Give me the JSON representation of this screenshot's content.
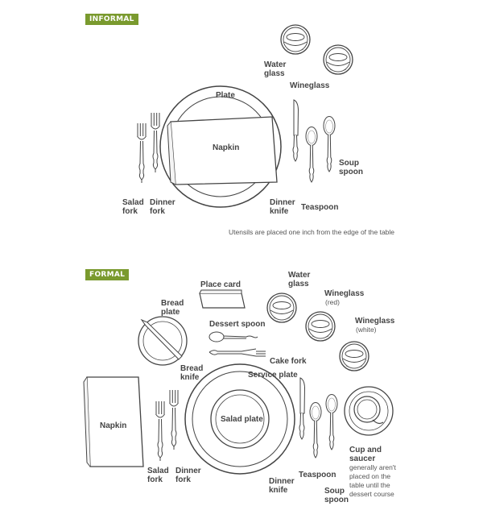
{
  "informal": {
    "badge": "INFORMAL",
    "labels": {
      "water_glass": [
        "Water",
        "glass"
      ],
      "wineglass": "Wineglass",
      "plate": "Plate",
      "napkin": "Napkin",
      "soup_spoon": [
        "Soup",
        "spoon"
      ],
      "salad_fork": [
        "Salad",
        "fork"
      ],
      "dinner_fork": [
        "Dinner",
        "fork"
      ],
      "dinner_knife": [
        "Dinner",
        "knife"
      ],
      "teaspoon": "Teaspoon"
    },
    "note": "Utensils are placed one inch from the edge of the table"
  },
  "formal": {
    "badge": "FORMAL",
    "labels": {
      "place_card": "Place card",
      "water_glass": [
        "Water",
        "glass"
      ],
      "wineglass_red": "Wineglass",
      "red": "(red)",
      "wineglass_white": "Wineglass",
      "white": "(white)",
      "bread_plate": [
        "Bread",
        "plate"
      ],
      "dessert_spoon": "Dessert spoon",
      "cake_fork": "Cake fork",
      "bread_knife": [
        "Bread",
        "knife"
      ],
      "service_plate": "Service plate",
      "napkin": "Napkin",
      "salad_plate": "Salad plate",
      "salad_fork": [
        "Salad",
        "fork"
      ],
      "dinner_fork": [
        "Dinner",
        "fork"
      ],
      "dinner_knife": [
        "Dinner",
        "knife"
      ],
      "teaspoon": "Teaspoon",
      "soup_spoon": [
        "Soup",
        "spoon"
      ],
      "cup_and_saucer": [
        "Cup and",
        "saucer"
      ],
      "cup_note": [
        "generally aren't",
        "placed on the",
        "table until the",
        "dessert course"
      ]
    }
  }
}
